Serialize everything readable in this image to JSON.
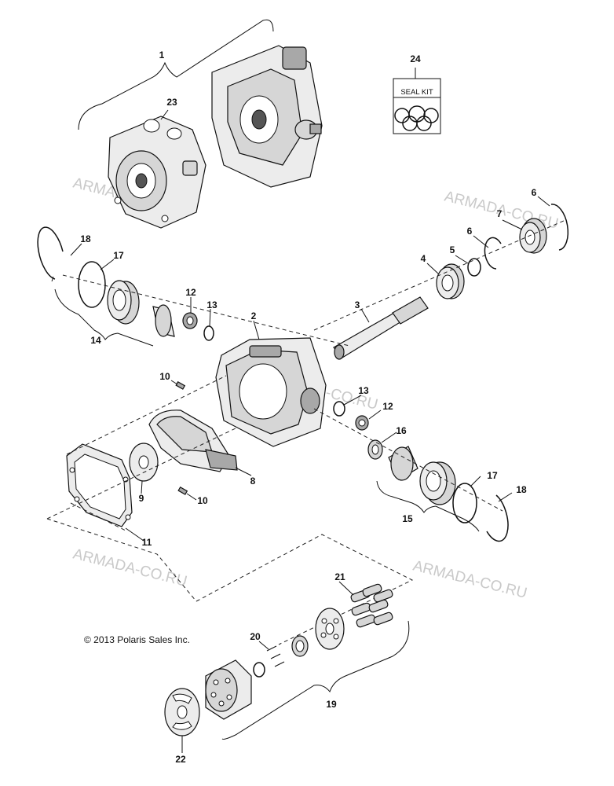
{
  "copyright": "© 2013 Polaris Sales Inc.",
  "watermark": "ARMADA-CO.RU",
  "seal_kit_label": "SEAL KIT",
  "callouts": {
    "c1": "1",
    "c2": "2",
    "c3": "3",
    "c4": "4",
    "c5": "5",
    "c6a": "6",
    "c6b": "6",
    "c7": "7",
    "c8": "8",
    "c9": "9",
    "c10a": "10",
    "c10b": "10",
    "c11": "11",
    "c12a": "12",
    "c12b": "12",
    "c13a": "13",
    "c13b": "13",
    "c14": "14",
    "c15": "15",
    "c16": "16",
    "c17a": "17",
    "c17b": "17",
    "c18a": "18",
    "c18b": "18",
    "c19": "19",
    "c20": "20",
    "c21": "21",
    "c22": "22",
    "c23": "23",
    "c24": "24"
  }
}
